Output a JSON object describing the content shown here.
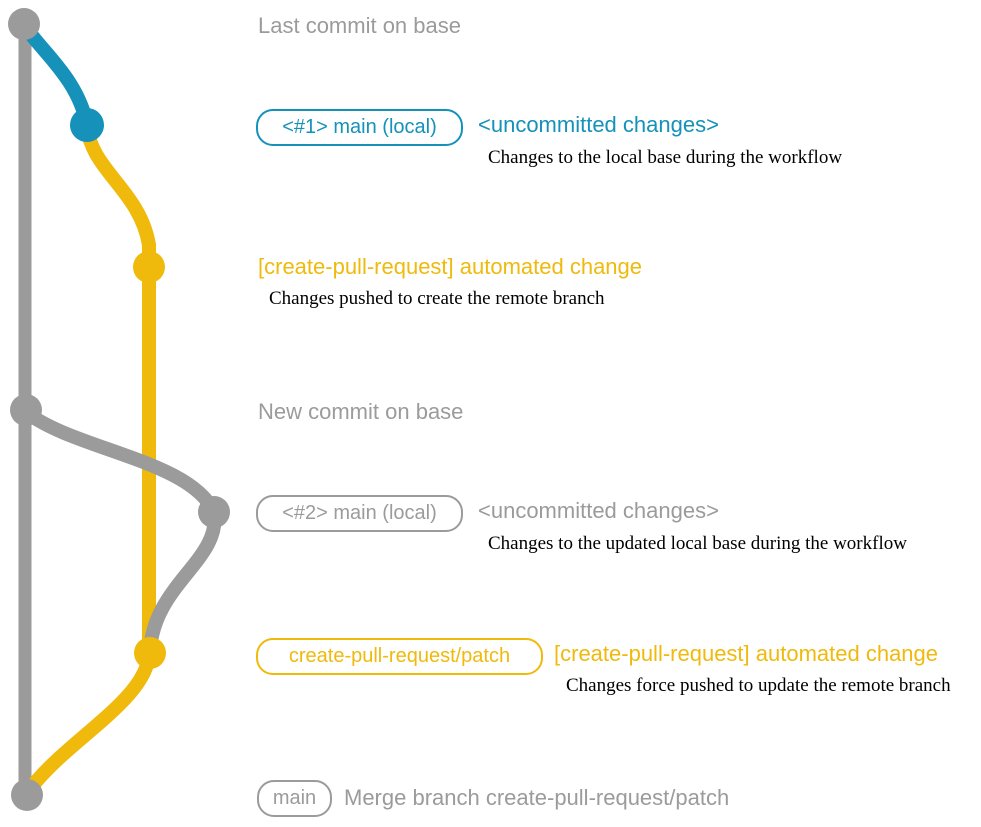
{
  "colors": {
    "gray": "#9b9b9b",
    "blue": "#1591ba",
    "yellow": "#efba0c",
    "black": "#000000"
  },
  "notes": {
    "last_commit": "Last commit on base",
    "new_commit": "New commit on base"
  },
  "rows": {
    "main_local_1": {
      "branch_label": "<#1> main (local)",
      "title": "<uncommitted changes>",
      "description": "Changes to the local base during the workflow"
    },
    "automated_change_1": {
      "title": "[create-pull-request] automated change",
      "description": "Changes pushed to create the remote branch"
    },
    "main_local_2": {
      "branch_label": "<#2> main (local)",
      "title": "<uncommitted changes>",
      "description": "Changes to the updated local base during the workflow"
    },
    "patch_branch": {
      "branch_label": "create-pull-request/patch",
      "title": "[create-pull-request] automated change",
      "description": "Changes force pushed to update the remote branch"
    },
    "merge": {
      "branch_label": "main",
      "title": "Merge branch create-pull-request/patch"
    }
  }
}
